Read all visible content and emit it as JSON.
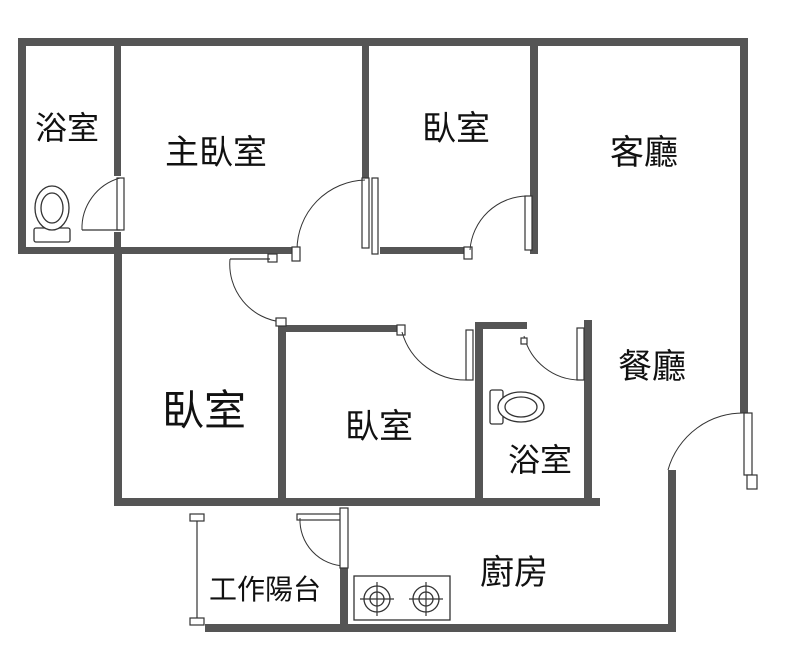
{
  "rooms": {
    "bath_top": "浴室",
    "master_bedroom": "主臥室",
    "bedroom_top": "臥室",
    "living_room": "客廳",
    "bedroom_left": "臥室",
    "bedroom_mid": "臥室",
    "bath_mid": "浴室",
    "dining_room": "餐廳",
    "kitchen": "廚房",
    "service_balcony": "工作陽台"
  }
}
